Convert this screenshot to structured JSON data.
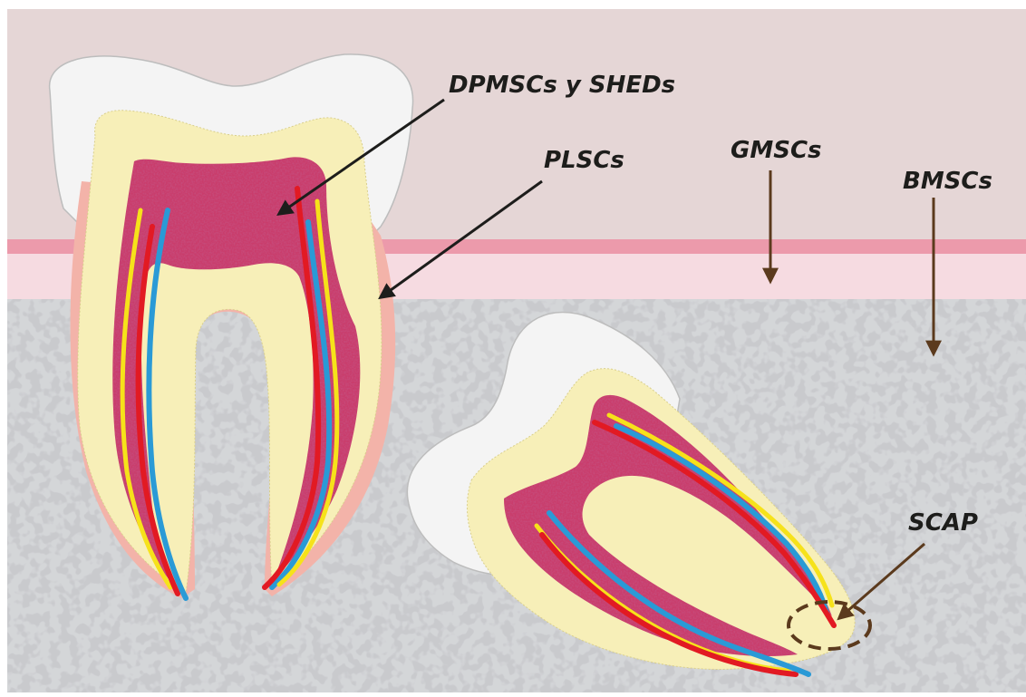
{
  "labels": {
    "dpmsc_sheds": "DPMSCs y SHEDs",
    "plscs": "PLSCs",
    "gmscs": "GMSCs",
    "bmscs": "BMSCs",
    "scap": "SCAP"
  },
  "colors": {
    "sky": "#e5d6d6",
    "gingiva_line": "#ec9aab",
    "gingiva": "#f6dbe1",
    "bone": "#c9cacd",
    "bone_speckle": "#a9abaf",
    "enamel": "#f4f4f4",
    "dentin": "#f7efb8",
    "pulp": "#c93d6c",
    "periodontal": "#f3b3a9",
    "artery": "#e21a23",
    "vein": "#2a9ad6",
    "nerve": "#f6e21a",
    "arrow_black": "#1d1d1b",
    "arrow_brown": "#5b3a1d"
  },
  "icons": [
    "molar-tooth-icon",
    "impacted-tooth-icon"
  ]
}
